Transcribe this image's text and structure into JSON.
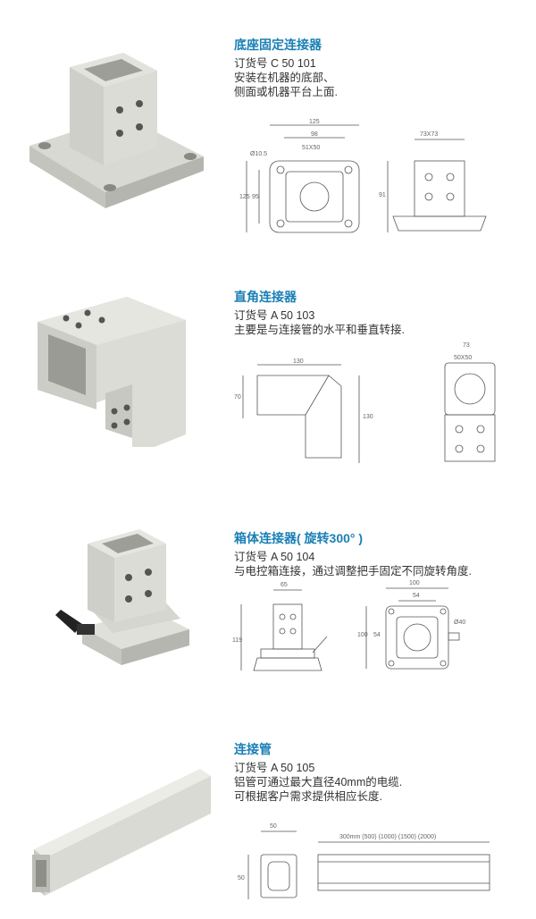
{
  "products": [
    {
      "title": "底座固定连接器",
      "order_no": "订货号 C 50 101",
      "desc": [
        "安装在机器的底部、",
        "侧面或机器平台上面."
      ],
      "dims": {
        "width_total": "125",
        "width_inner": "98",
        "hole": "51X50",
        "dia": "Ø10.5",
        "h_outer": "125",
        "h_inner": "95",
        "side_sq": "73X73",
        "side_h": "91"
      }
    },
    {
      "title": "直角连接器",
      "order_no": "订货号 A 50 103",
      "desc": [
        "主要是与连接管的水平和垂直转接."
      ],
      "dims": {
        "w": "130",
        "h_left": "70",
        "h_right": "130",
        "hole": "50X50",
        "top": "73"
      }
    },
    {
      "title": "箱体连接器( 旋转300° )",
      "order_no": "订货号 A 50 104",
      "desc": [
        "与电控箱连接，通过调整把手固定不同旋转角度."
      ],
      "dims": {
        "w_top": "65",
        "h_side": "119",
        "w_total": "100",
        "w_inner": "54",
        "h_total": "100",
        "h_inner": "54",
        "dia": "Ø40"
      }
    },
    {
      "title": "连接管",
      "order_no": "订货号 A 50 105",
      "desc": [
        "铝管可通过最大直径40mm的电缆.",
        "可根据客户需求提供相应长度."
      ],
      "dims": {
        "w": "50",
        "h": "50",
        "lengths": "300mm  (500)  (1000)  (1500)  (2000)"
      }
    }
  ]
}
